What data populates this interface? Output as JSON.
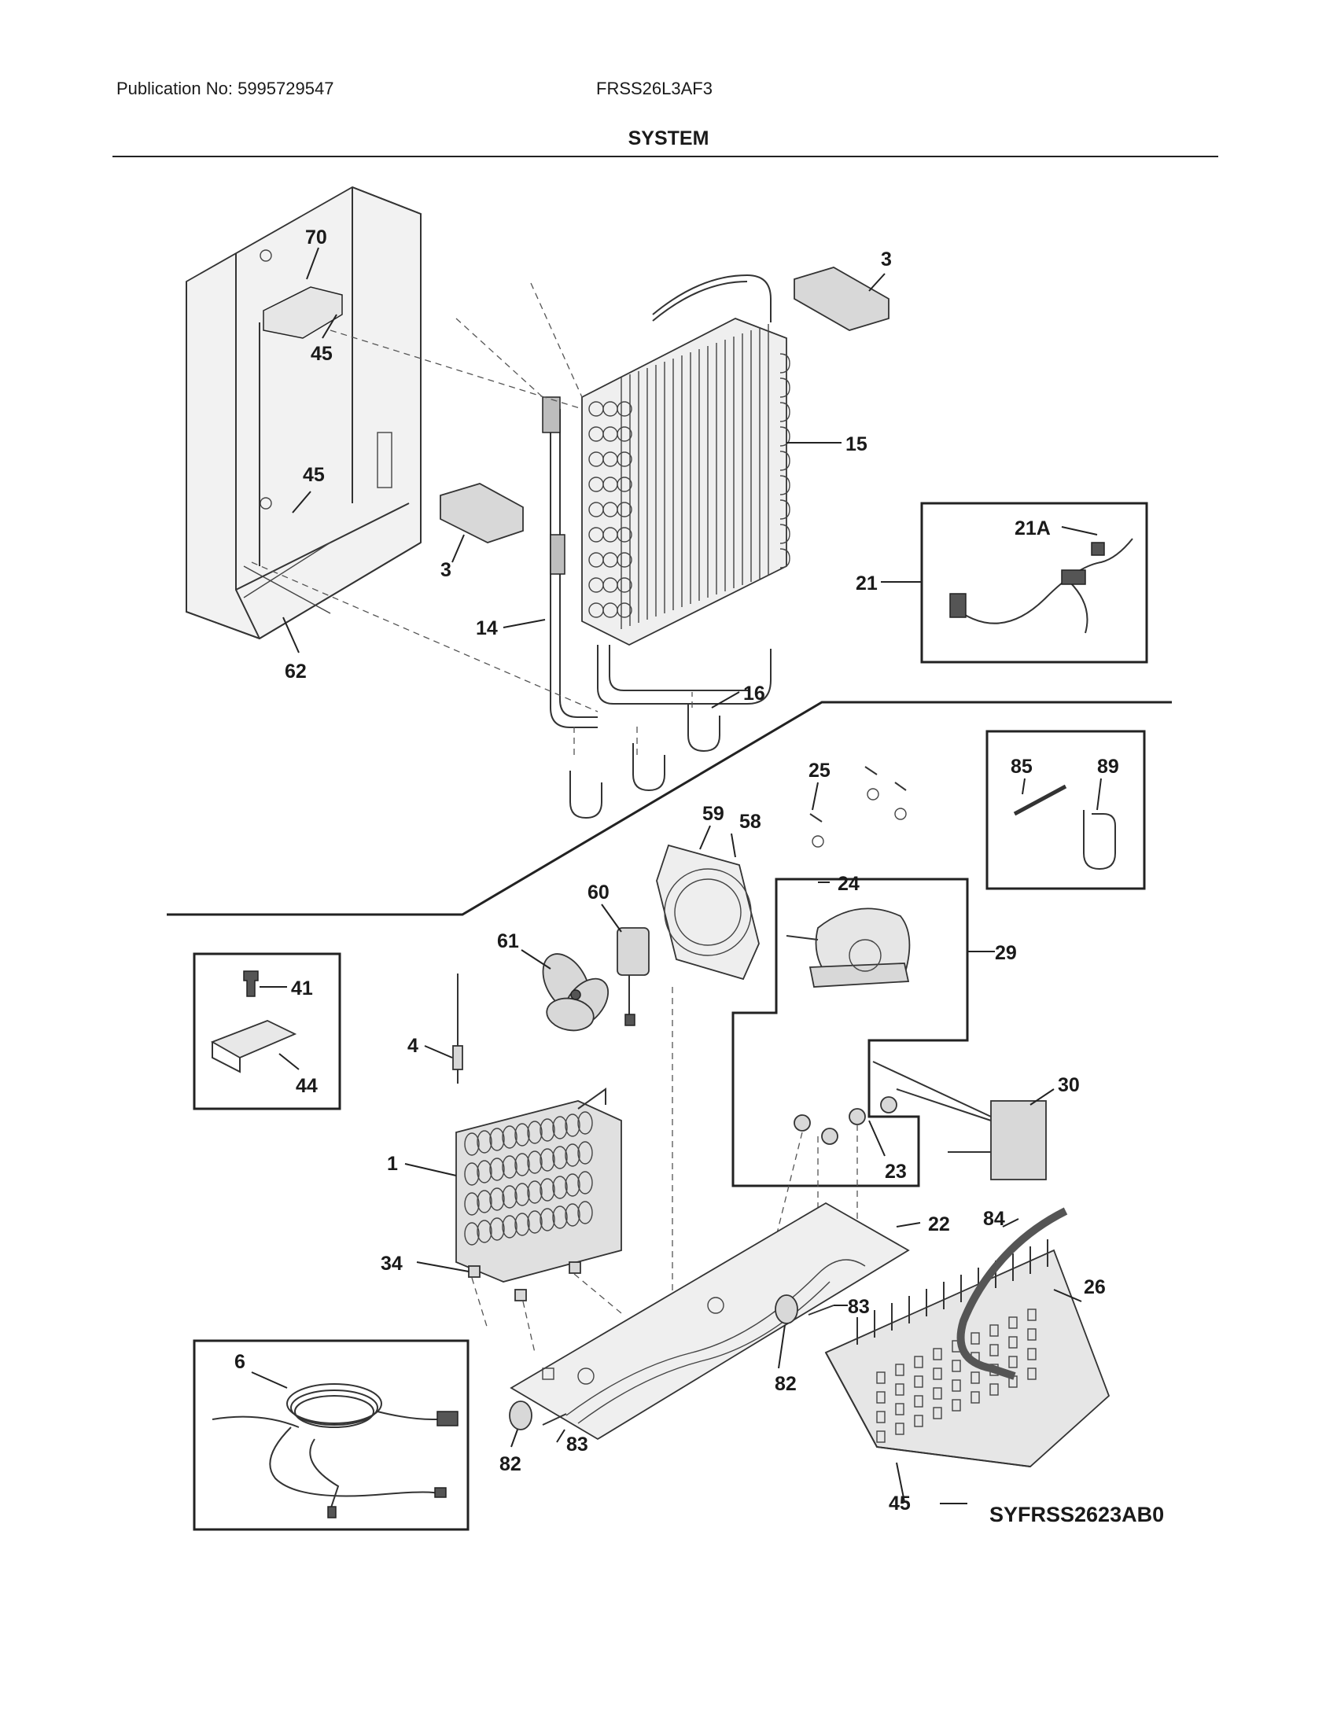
{
  "header": {
    "publication": "Publication No: 5995729547",
    "model": "FRSS26L3AF3",
    "section_title": "SYSTEM"
  },
  "diagram_code": "SYFRSS2623AB0",
  "callouts": [
    "70",
    "45",
    "45",
    "3",
    "3",
    "15",
    "14",
    "62",
    "16",
    "21",
    "21A",
    "25",
    "24",
    "59",
    "58",
    "60",
    "61",
    "29",
    "85",
    "89",
    "41",
    "44",
    "4",
    "30",
    "23",
    "1",
    "22",
    "84",
    "26",
    "34",
    "83",
    "82",
    "6",
    "83",
    "82",
    "45"
  ]
}
